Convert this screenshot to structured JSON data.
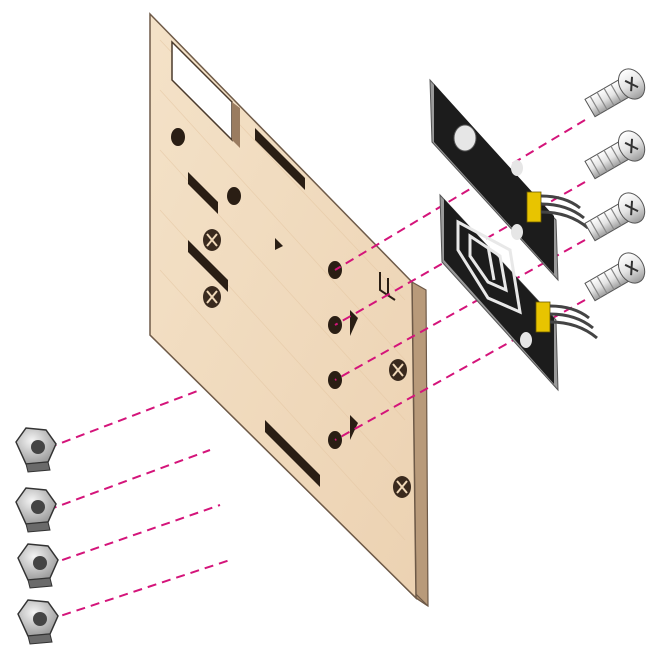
{
  "diagram": {
    "kind": "exploded-assembly",
    "parts": [
      {
        "name": "wooden-mounting-plate",
        "count": 1
      },
      {
        "name": "sensor-board",
        "count": 2
      },
      {
        "name": "machine-screw",
        "count": 4
      },
      {
        "name": "hex-nut",
        "count": 4
      }
    ],
    "colors": {
      "wood": "#f1dcc0",
      "wood_edge": "#b89a7a",
      "pcb": "#1a1a1a",
      "pcb_edge": "#9a9a9a",
      "pin": "#e8c400",
      "screw": "#e6e6e6",
      "nut": "#c8c8c8",
      "assembly_line": "#d4147a"
    }
  }
}
